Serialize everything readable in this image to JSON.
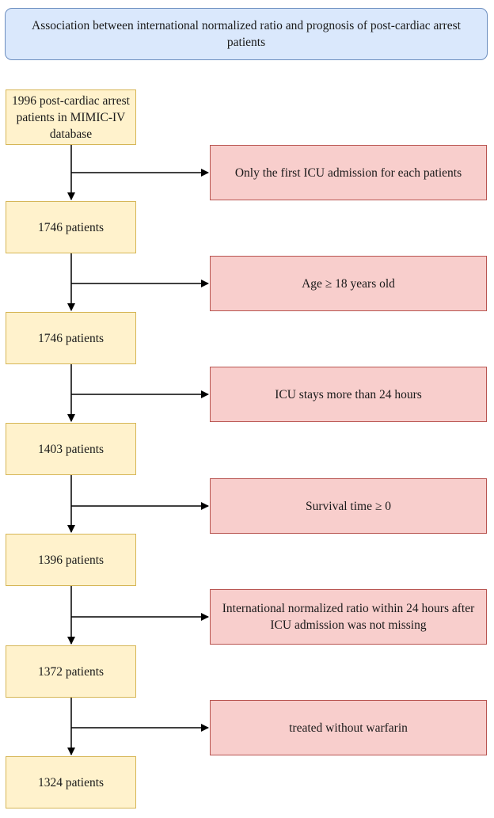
{
  "title": "Association between international normalized ratio and prognosis of post-cardiac arrest patients",
  "cohort_steps": [
    "1996 post-cardiac arrest patients in MIMIC-IV database",
    "1746 patients",
    "1746 patients",
    "1403 patients",
    "1396 patients",
    "1372 patients",
    "1324 patients"
  ],
  "exclusion_criteria": [
    "Only the first ICU admission for each patients",
    "Age ≥ 18 years old",
    "ICU stays more than 24 hours",
    "Survival time ≥  0",
    "International normalized ratio within 24 hours after ICU admission was not missing",
    "treated without warfarin"
  ],
  "colors": {
    "title_fill": "#dae8fc",
    "title_stroke": "#6c8ebf",
    "cohort_fill": "#fff2cc",
    "cohort_stroke": "#d6b656",
    "criteria_fill": "#f8cecc",
    "criteria_stroke": "#b85450",
    "connector": "#000000"
  }
}
